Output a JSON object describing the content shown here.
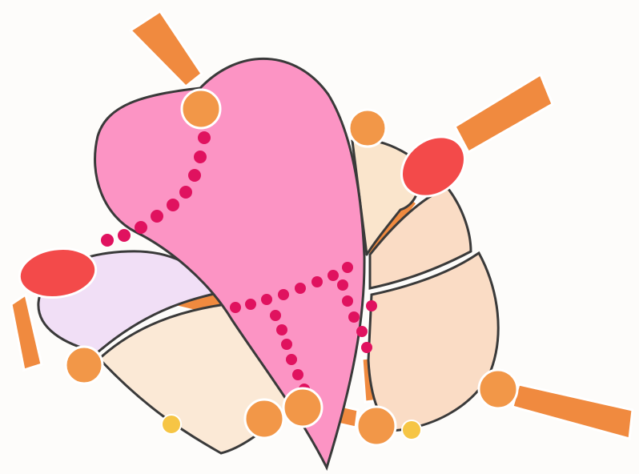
{
  "colors": {
    "background": "#fdfcfa",
    "outline": "#3a3a3a",
    "heart_fill": "#fc94c4",
    "lavender_fill": "#f1dff6",
    "cream_fill": "#fae5cc",
    "peach_fill": "#fadcc5",
    "light_peach_fill": "#fbe9d6",
    "connector_fill": "#f08a3f",
    "node_orange": "#f29748",
    "node_red": "#f34a4a",
    "node_yellow": "#f6c545",
    "dot_magenta": "#e0125f"
  },
  "figure": {
    "kind": "hand-drawn illustration",
    "elements": [
      "heart-shape",
      "lavender-lobe",
      "cream-lobe",
      "right-upper-lobe",
      "right-middle-lobe",
      "right-lower-lobe",
      "tubular-connectors",
      "orange-nodes",
      "red-oval-nodes",
      "yellow-dots",
      "dotted-lines"
    ]
  }
}
